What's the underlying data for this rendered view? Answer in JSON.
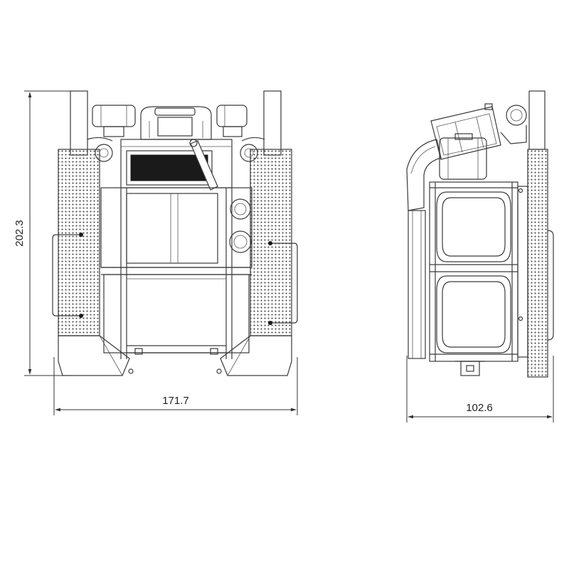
{
  "dimensions": {
    "height_label": "202.3",
    "front_width_label": "171.7",
    "side_width_label": "102.6"
  },
  "colors": {
    "line": "#3a3a3a",
    "fill_dark": "#1a1a1a",
    "background": "#ffffff"
  }
}
